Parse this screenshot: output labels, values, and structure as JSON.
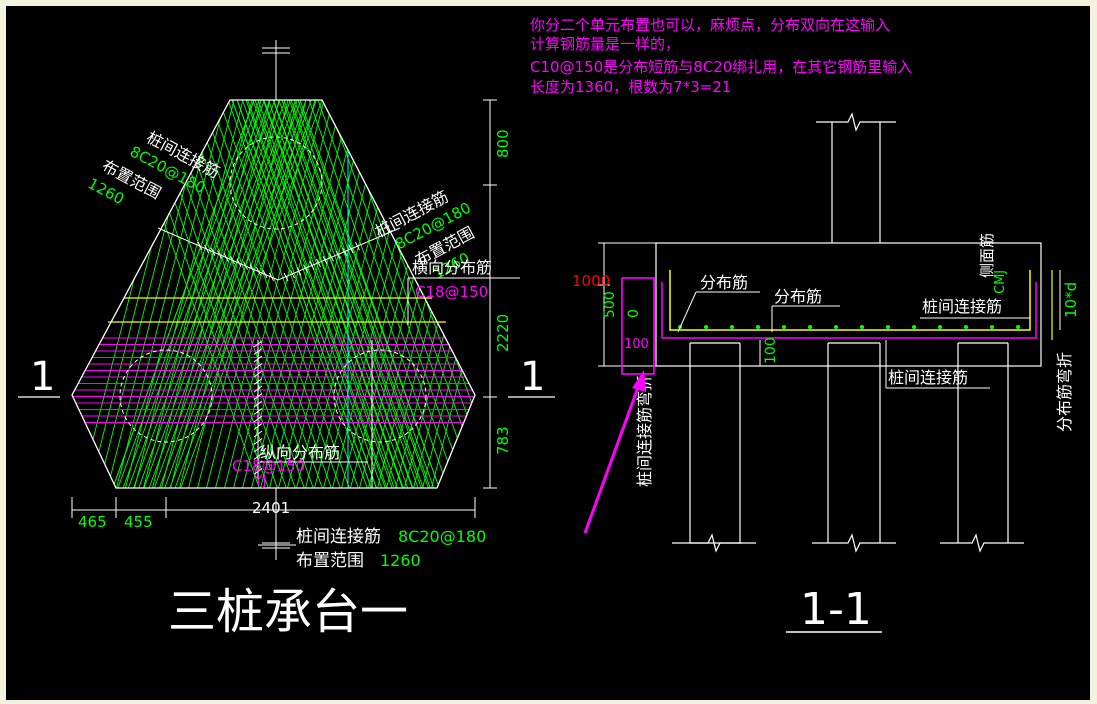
{
  "colors": {
    "background": "#000000",
    "frame": "#f5f1df",
    "outline": "#ffffff",
    "green": "#00ff00",
    "magenta": "#ff00ff",
    "yellow": "#ffff00",
    "cyan": "#00ffff",
    "red": "#ff0000"
  },
  "note": {
    "line1": "你分二个单元布置也可以，麻烦点，分布双向在这输入",
    "line2": "计算钢筋量是一样的，",
    "line3": "C10@150是分布短筋与8C20绑扎用，在其它钢筋里输入",
    "line4": "长度为1360，根数为7*3=21"
  },
  "plan": {
    "title": "三桩承台一",
    "section_mark_left": "1",
    "section_mark_right": "1",
    "left_band_title": "桩间连接筋",
    "left_band_spec": "8C20@180",
    "left_band_range_label": "布置范围",
    "left_band_range": "1260",
    "right_band_title": "桩间连接筋",
    "right_band_spec": "8C20@180",
    "right_band_range_label": "布置范围",
    "right_band_range": "1260",
    "horizontal_dist_label": "横向分布筋",
    "horizontal_dist_spec": "C18@150",
    "vertical_dist_label": "纵向分布筋",
    "vertical_dist_spec": "C18@150",
    "yj_label": "YJ",
    "bottom_band_title": "桩间连接筋",
    "bottom_band_spec": "8C20@180",
    "bottom_band_range_label": "布置范围",
    "bottom_band_range": "1260",
    "dim_800": "800",
    "dim_2220": "2220",
    "dim_783": "783",
    "dim_2401": "2401",
    "dim_465": "465",
    "dim_455": "455"
  },
  "section": {
    "title": "1-1",
    "dim_1000": "1000",
    "dim_500": "500",
    "dim_0": "0",
    "dim_100a": "100",
    "dim_100b": "100",
    "label_dist1": "分布筋",
    "label_dist2": "分布筋",
    "label_side": "侧面筋",
    "label_cmj": "CMJ",
    "label_conn_top": "桩间连接筋",
    "label_conn_mid": "桩间连接筋",
    "label_conn_vert": "桩间连接筋弯折",
    "label_10d": "10*d",
    "label_dist_bend": "分布筋弯折"
  }
}
